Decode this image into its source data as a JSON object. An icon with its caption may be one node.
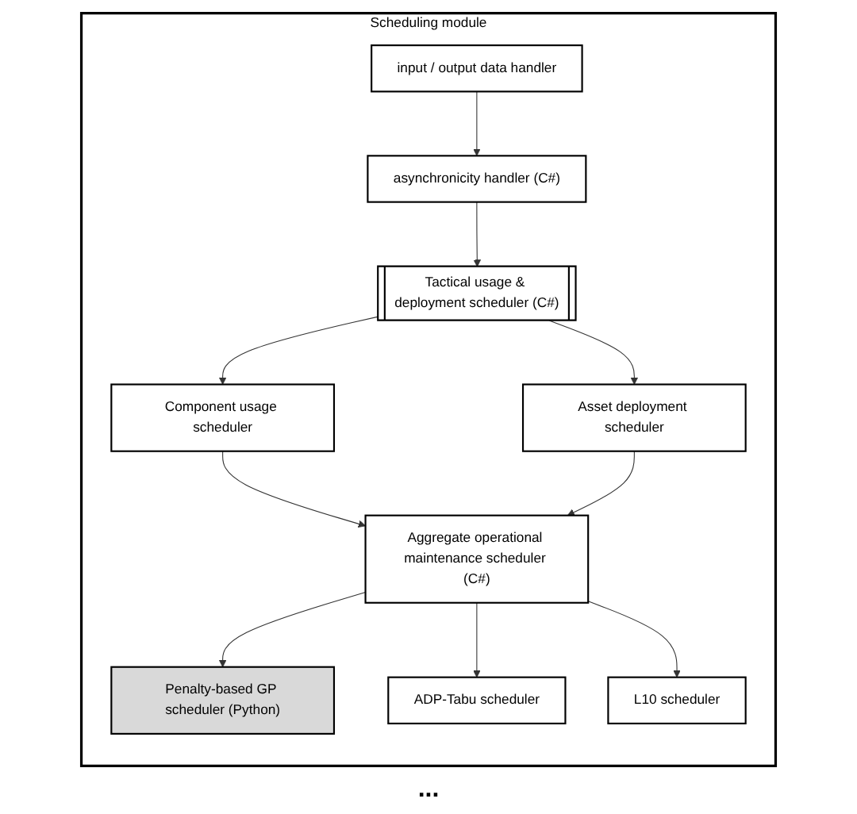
{
  "diagram": {
    "nodes": [
      {
        "text": [
          "Scheduling module"
        ]
      },
      {
        "text": [
          "input / output data handler"
        ],
        "in": 0
      },
      {
        "text": [
          "asynchronicity handler (C#)"
        ],
        "in": 0
      },
      {
        "text": [
          "Tactical usage & deployment scheduler (C#)"
        ],
        "in": 0
      },
      {
        "text": [
          "Component usage scheduler"
        ],
        "in": 0
      },
      {
        "text": [
          "Asset deployment scheduler"
        ],
        "in": 0
      },
      {
        "text": [
          "Aggregate operational maintenance scheduler (C#)"
        ],
        "in": 0
      },
      {
        "text": [
          "Penalty-based GP scheduler (Python)"
        ],
        "in": 0
      },
      {
        "text": [
          "ADP-Tabu scheduler"
        ],
        "in": 0
      },
      {
        "text": [
          "L10 scheduler"
        ],
        "in": 0
      }
    ],
    "edges": [
      {
        "from": 1,
        "to": 2,
        "arrow": "to"
      },
      {
        "from": 2,
        "to": 3,
        "arrow": "to"
      },
      {
        "from": 3,
        "to": 4,
        "arrow": "to"
      },
      {
        "from": 3,
        "to": 5,
        "arrow": "to"
      },
      {
        "from": 4,
        "to": 6,
        "arrow": "to"
      },
      {
        "from": 5,
        "to": 6,
        "arrow": "to"
      },
      {
        "from": 6,
        "to": 7,
        "arrow": "to"
      },
      {
        "from": 6,
        "to": 8,
        "arrow": "to"
      },
      {
        "from": 6,
        "to": 9,
        "arrow": "to"
      }
    ],
    "labels": [
      "..."
    ]
  }
}
